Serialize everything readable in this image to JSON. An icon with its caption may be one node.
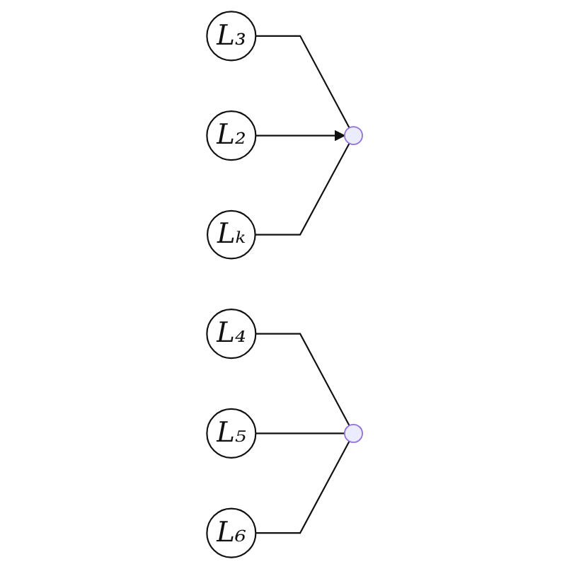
{
  "diagram": {
    "nodes": [
      {
        "text": [
          "L₃"
        ]
      },
      {
        "text": [
          "L₄"
        ]
      },
      {
        "text": [
          "L₂"
        ]
      },
      {
        "text": [],
        "shape": "circle"
      },
      {
        "text": [
          "L₅"
        ]
      },
      {
        "text": [
          "Lₖ"
        ]
      },
      {
        "text": [
          "L₆"
        ]
      },
      {
        "text": [],
        "shape": "circle"
      }
    ],
    "edges": [
      {
        "from": 0,
        "to": 3,
        "arrow": "none"
      },
      {
        "from": 2,
        "to": 3,
        "arrow": "to"
      },
      {
        "from": 5,
        "to": 3,
        "arrow": "none"
      },
      {
        "from": 1,
        "to": 7,
        "arrow": "none"
      },
      {
        "from": 4,
        "to": 7,
        "arrow": "none"
      },
      {
        "from": 6,
        "to": 7,
        "arrow": "none"
      }
    ]
  }
}
